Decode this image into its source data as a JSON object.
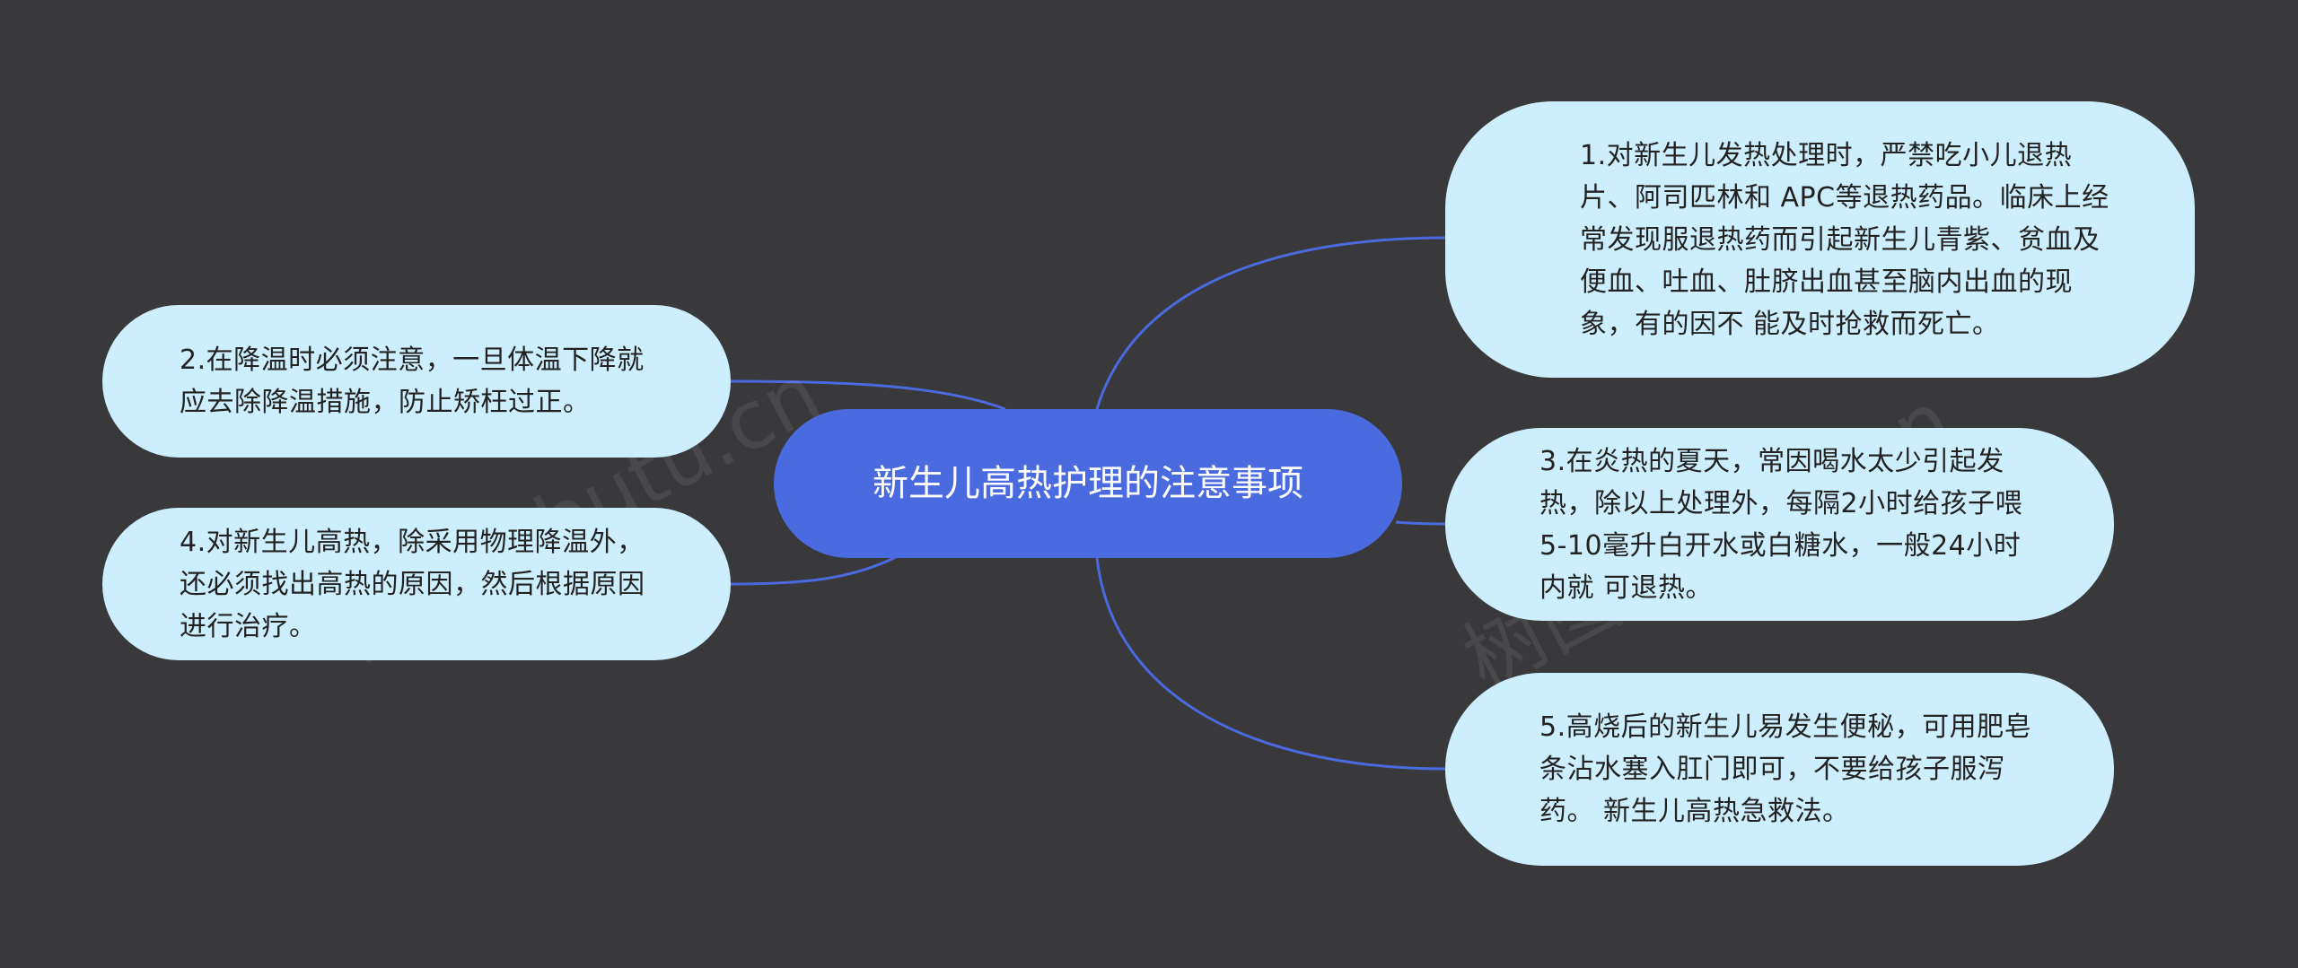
{
  "root": {
    "label": "新生儿高热护理的注意事项"
  },
  "branches": [
    {
      "label": "1.对新生儿发热处理时，严禁吃小儿退热片、阿司匹林和 APC等退热药品。临床上经常发现服退热药而引起新生儿青紫、贫血及便血、吐血、肚脐出血甚至脑内出血的现象，有的因不 能及时抢救而死亡。"
    },
    {
      "label": "2.在降温时必须注意，一旦体温下降就应去除降温措施，防止矫枉过正。"
    },
    {
      "label": "3.在炎热的夏天，常因喝水太少引起发热，除以上处理外，每隔2小时给孩子喂5-10毫升白开水或白糖水，一般24小时内就 可退热。"
    },
    {
      "label": "4.对新生儿高热，除采用物理降温外，还必须找出高热的原因，然后根据原因进行治疗。"
    },
    {
      "label": "5.高烧后的新生儿易发生便秘，可用肥皂条沾水塞入肛门即可，不要给孩子服泻药。 新生儿高热急救法。"
    }
  ],
  "watermarks": [
    "树图 shutu.cn",
    "树图 shutu.cn"
  ],
  "colors": {
    "background": "#39383b",
    "root": "#4a6ae0",
    "branch": "#cdeefd",
    "link": "#4a6ae0"
  }
}
